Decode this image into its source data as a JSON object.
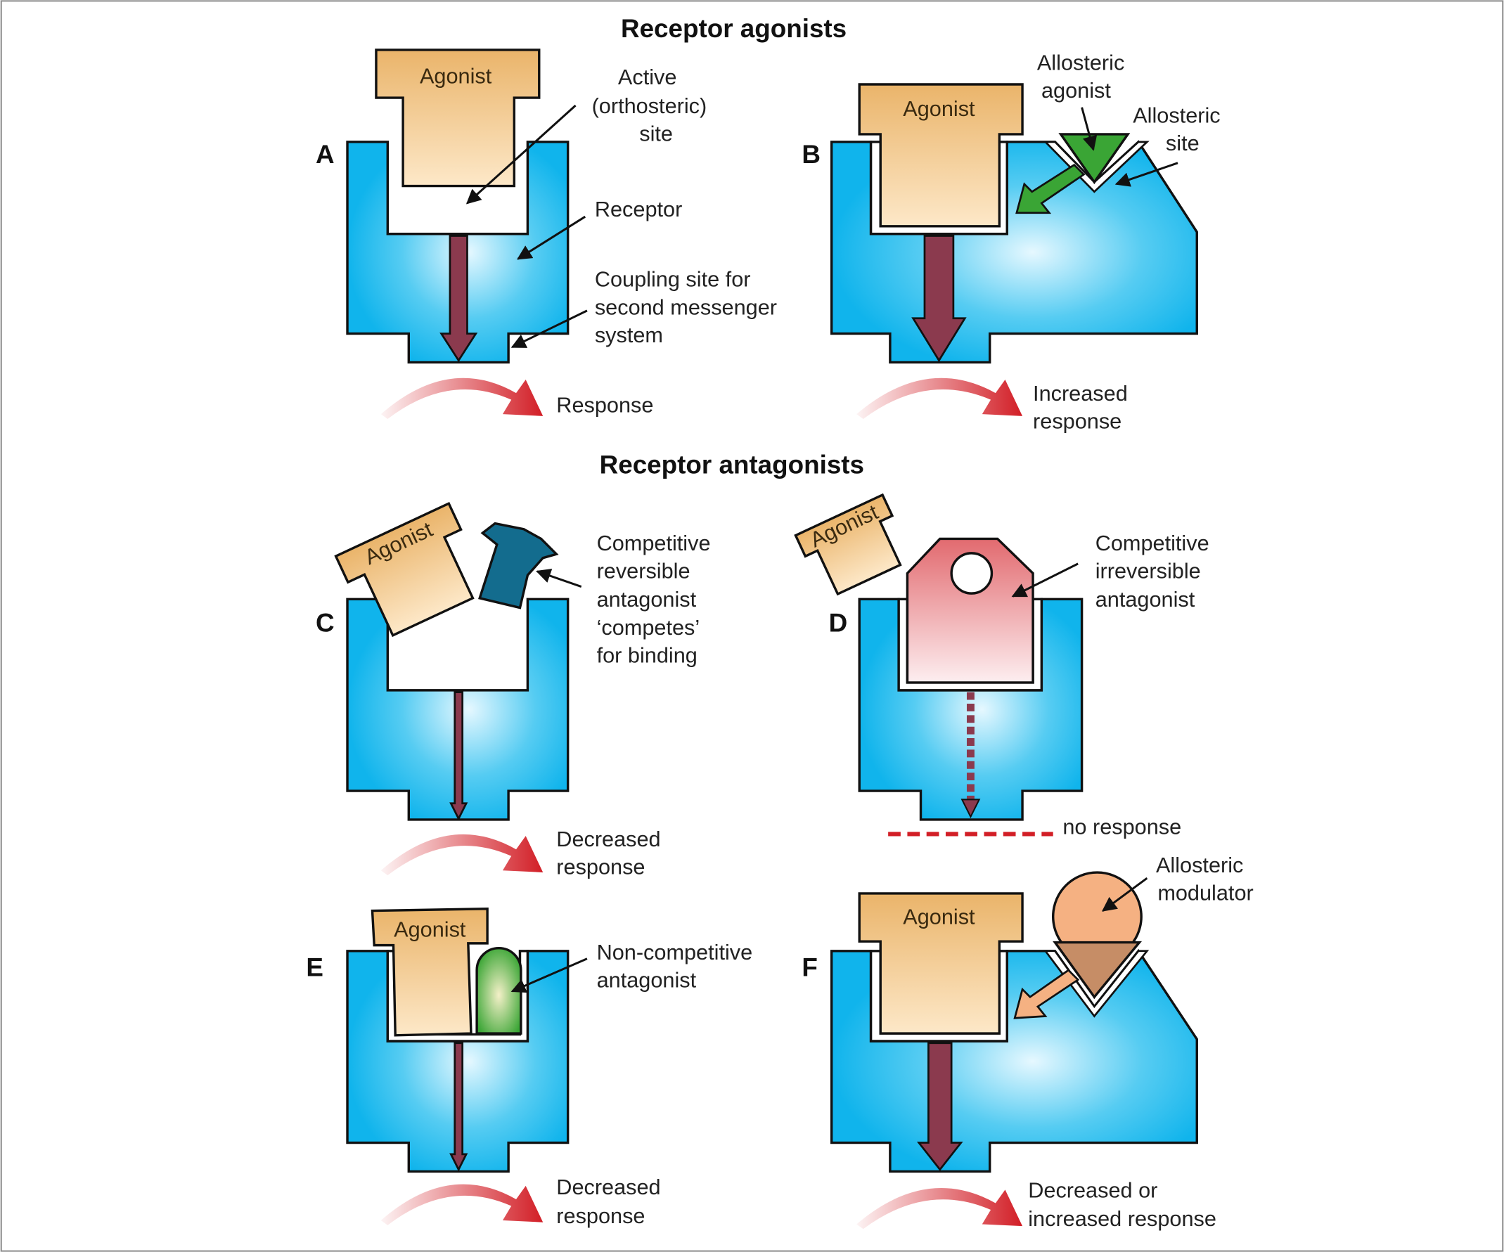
{
  "titles": {
    "agonists": "Receptor agonists",
    "antagonists": "Receptor antagonists"
  },
  "panels": {
    "A": {
      "letter": "A",
      "agonist": "Agonist",
      "active_site": [
        "Active",
        "(orthosteric)",
        "site"
      ],
      "receptor": "Receptor",
      "coupling_site": [
        "Coupling site for",
        "second messenger",
        "system"
      ],
      "response": [
        "Response"
      ]
    },
    "B": {
      "letter": "B",
      "agonist": "Agonist",
      "allosteric_agonist": [
        "Allosteric",
        "agonist"
      ],
      "allosteric_site": [
        "Allosteric",
        "site"
      ],
      "response": [
        "Increased",
        "response"
      ]
    },
    "C": {
      "letter": "C",
      "agonist": "Agonist",
      "antagonist": [
        "Competitive",
        "reversible",
        "antagonist",
        "‘competes’",
        "for binding"
      ],
      "response": [
        "Decreased",
        "response"
      ]
    },
    "D": {
      "letter": "D",
      "agonist": "Agonist",
      "antagonist": [
        "Competitive",
        "irreversible",
        "antagonist"
      ],
      "response": [
        "no response"
      ]
    },
    "E": {
      "letter": "E",
      "agonist": "Agonist",
      "antagonist": [
        "Non-competitive",
        "antagonist"
      ],
      "response": [
        "Decreased",
        "response"
      ]
    },
    "F": {
      "letter": "F",
      "agonist": "Agonist",
      "modulator": [
        "Allosteric",
        "modulator"
      ],
      "response": [
        "Decreased or",
        "increased response"
      ]
    }
  },
  "colors": {
    "receptor": "#10b4ec",
    "receptor_highlight": "#e6f8ff",
    "agonist": "#eab46a",
    "agonist_light": "#fde8c8",
    "signal": "#8b3a4e",
    "response_arrow": "#d21e26",
    "allosteric_agonist": "#3aa535",
    "competitive_reversible": "#136c8e",
    "irreversible": "#e26a6f",
    "noncompetitive": "#3aa535",
    "modulator": "#f5b182",
    "modulator_dark": "#c68d66"
  },
  "icons": {
    "response": "curved-arrow-icon",
    "leader": "leader-arrow-icon"
  }
}
